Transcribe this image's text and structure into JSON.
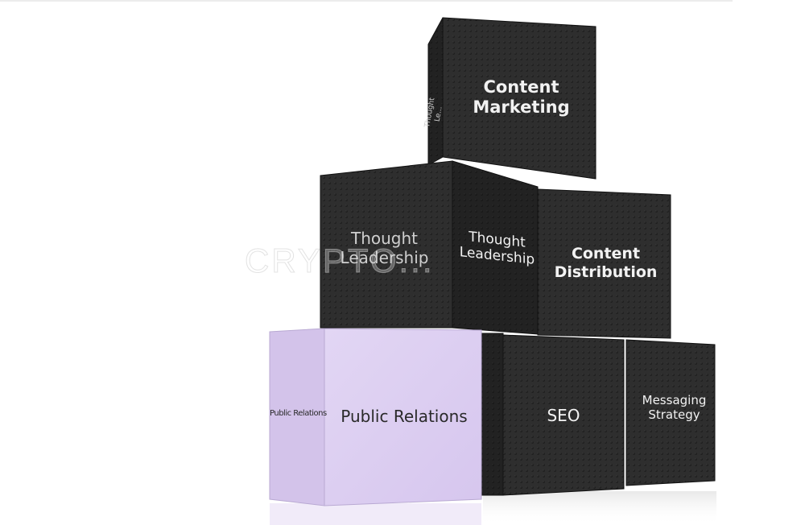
{
  "blocks": {
    "content_marketing": "Content\nMarketing",
    "content_marketing_side": "Thought\nLe...",
    "thought_leadership_left": "Thought\nLeadership",
    "thought_leadership_right": "Thought\nLeadership",
    "content_distribution": "Content\nDistribution",
    "public_relations_front": "Public Relations",
    "public_relations_side": "Public Relations",
    "seo": "SEO",
    "messaging_strategy": "Messaging\nStrategy"
  },
  "watermark": "CRYPTO...",
  "colors": {
    "dark_block": "#2b2b2b",
    "lavender_block": "#dccdf0"
  }
}
